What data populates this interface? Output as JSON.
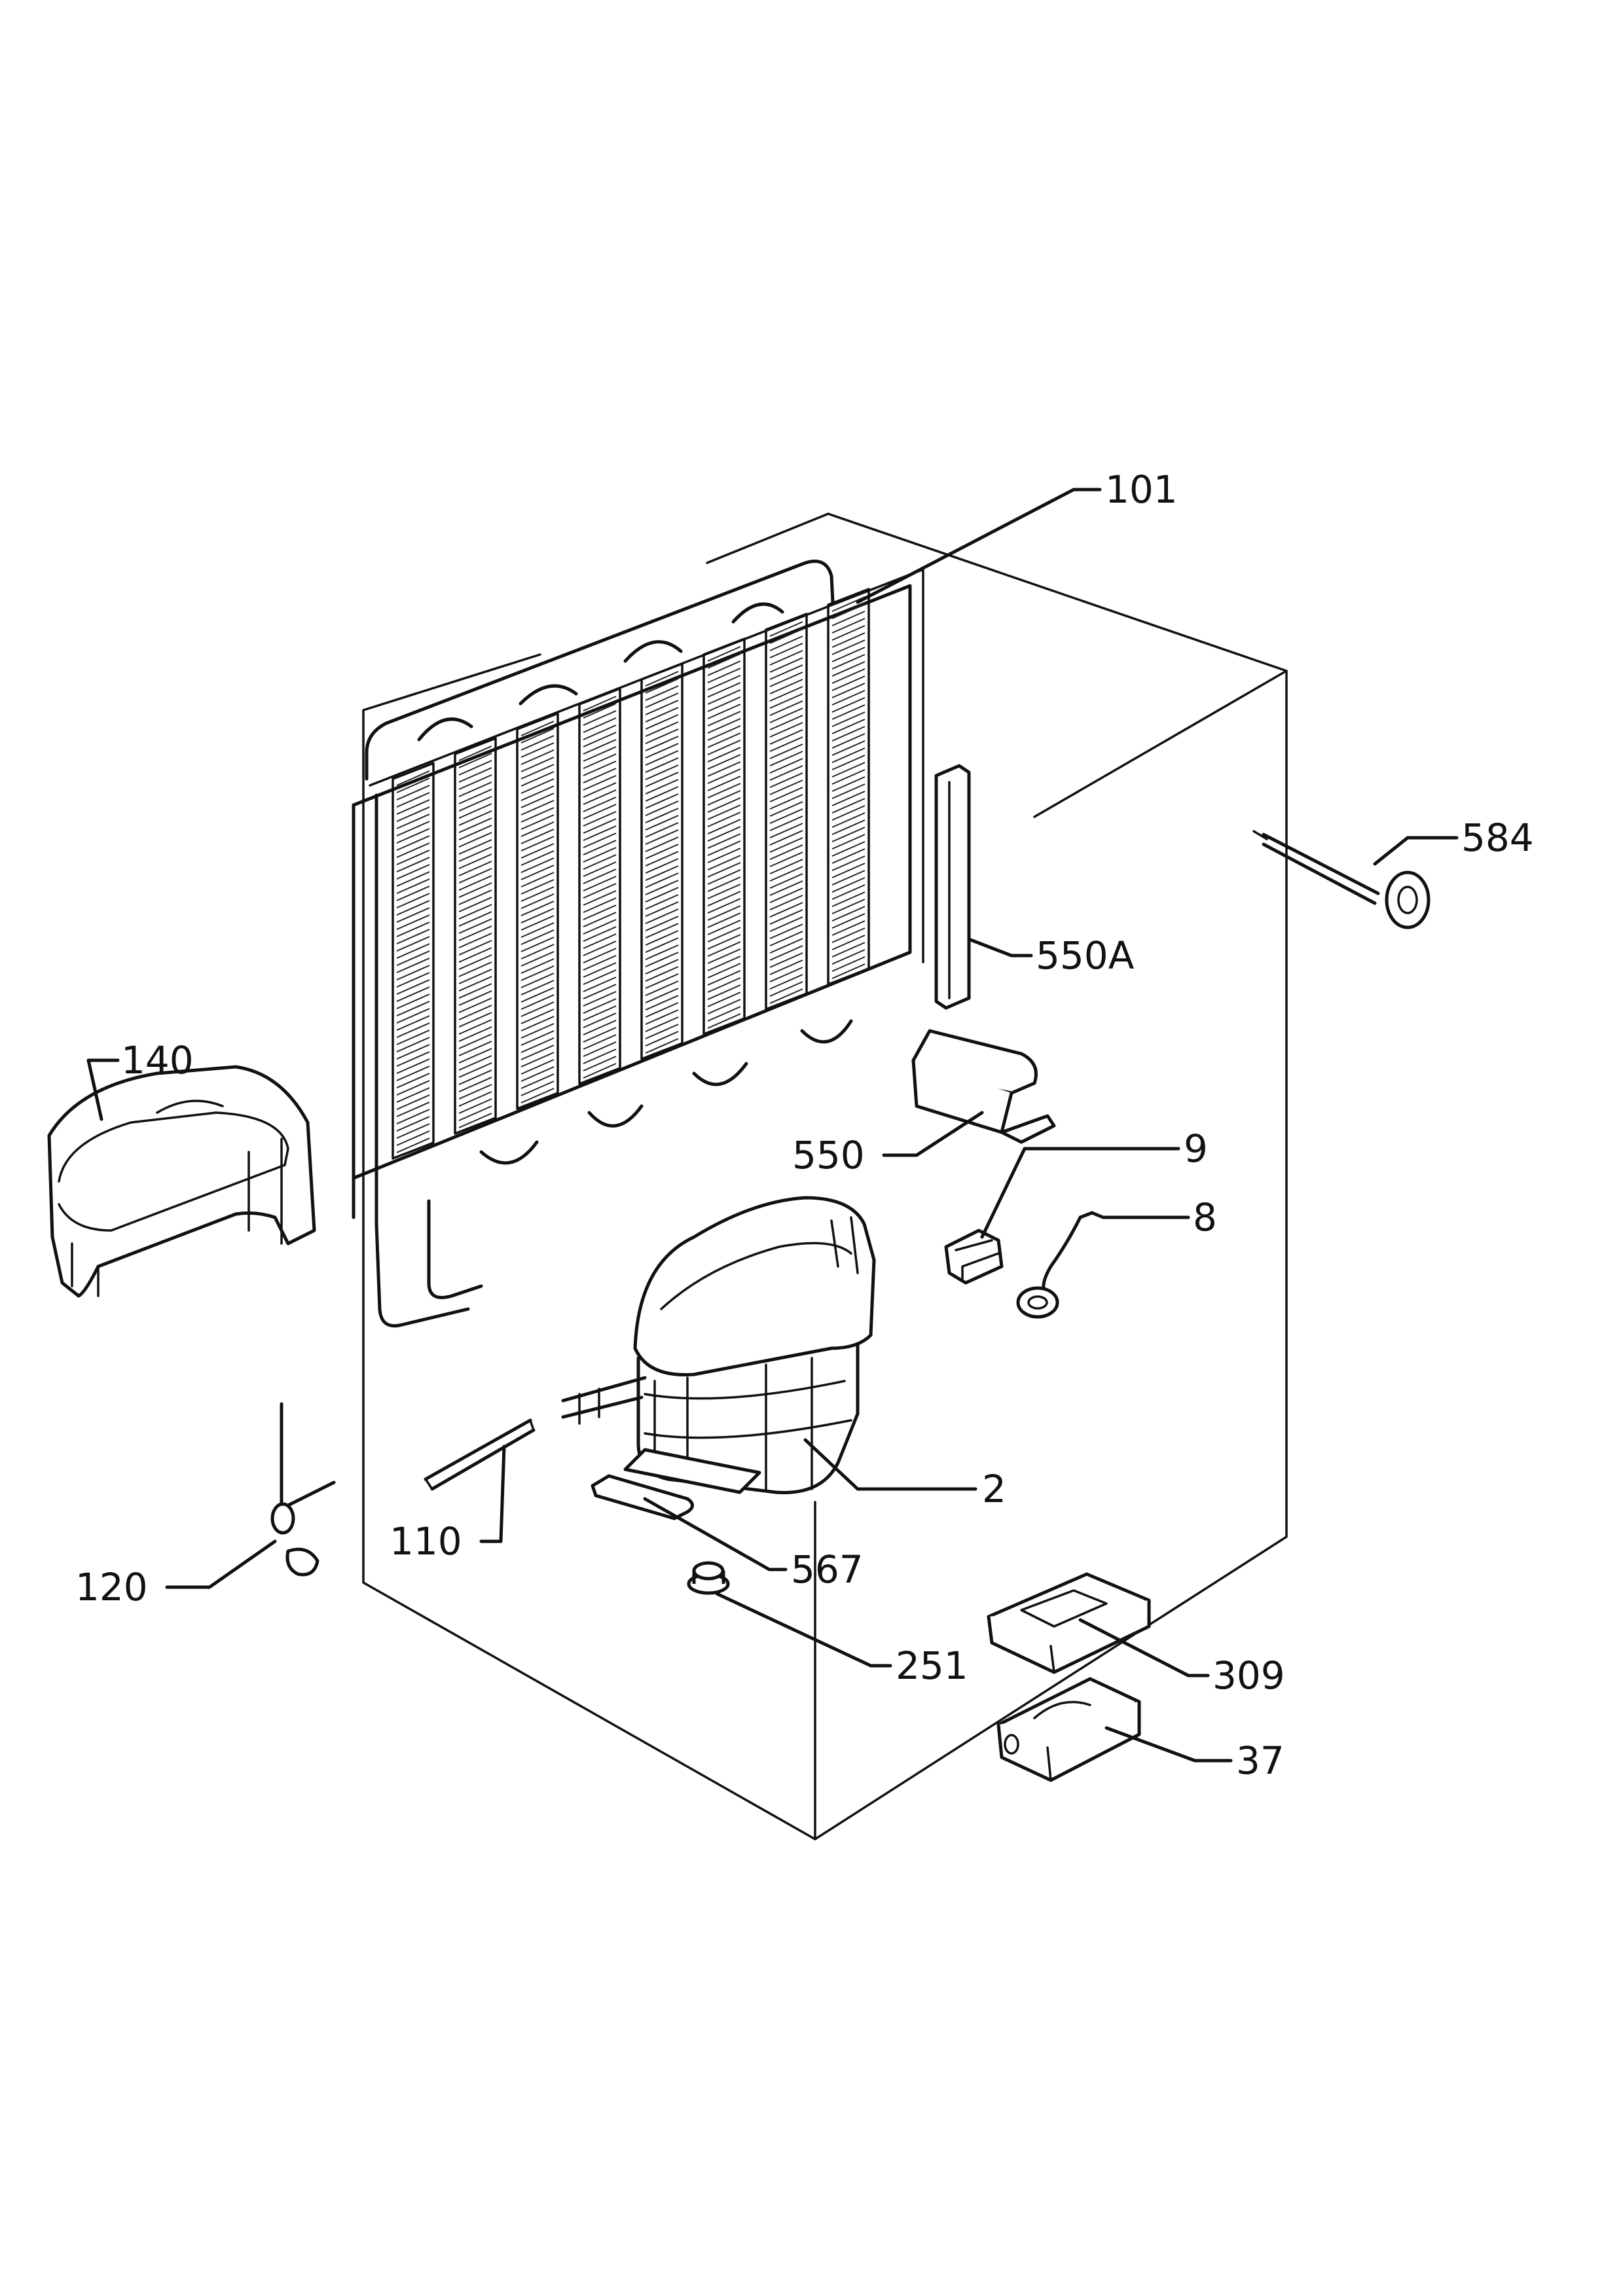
{
  "callouts": [
    {
      "id": "101",
      "text": "101"
    },
    {
      "id": "584",
      "text": "584"
    },
    {
      "id": "550A",
      "text": "550A"
    },
    {
      "id": "140",
      "text": "140"
    },
    {
      "id": "550",
      "text": "550"
    },
    {
      "id": "9",
      "text": "9"
    },
    {
      "id": "8",
      "text": "8"
    },
    {
      "id": "2",
      "text": "2"
    },
    {
      "id": "110",
      "text": "110"
    },
    {
      "id": "120",
      "text": "120"
    },
    {
      "id": "567",
      "text": "567"
    },
    {
      "id": "251",
      "text": "251"
    },
    {
      "id": "309",
      "text": "309"
    },
    {
      "id": "37",
      "text": "37"
    }
  ]
}
